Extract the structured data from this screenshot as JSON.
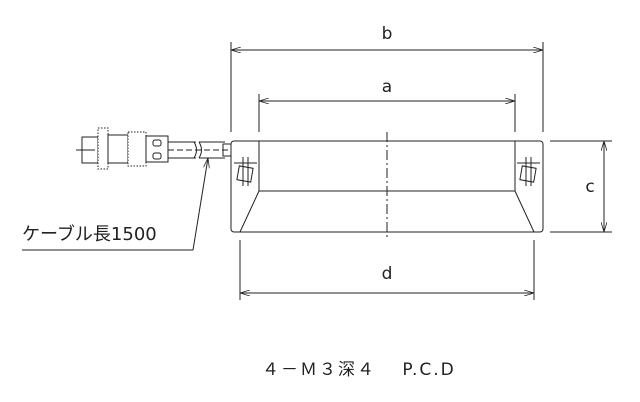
{
  "dimensions": {
    "a": "a",
    "b": "b",
    "c": "c",
    "d": "d"
  },
  "cable_label": "ケーブル長1500",
  "note": "４－Ｍ３深４　 P.C.D"
}
